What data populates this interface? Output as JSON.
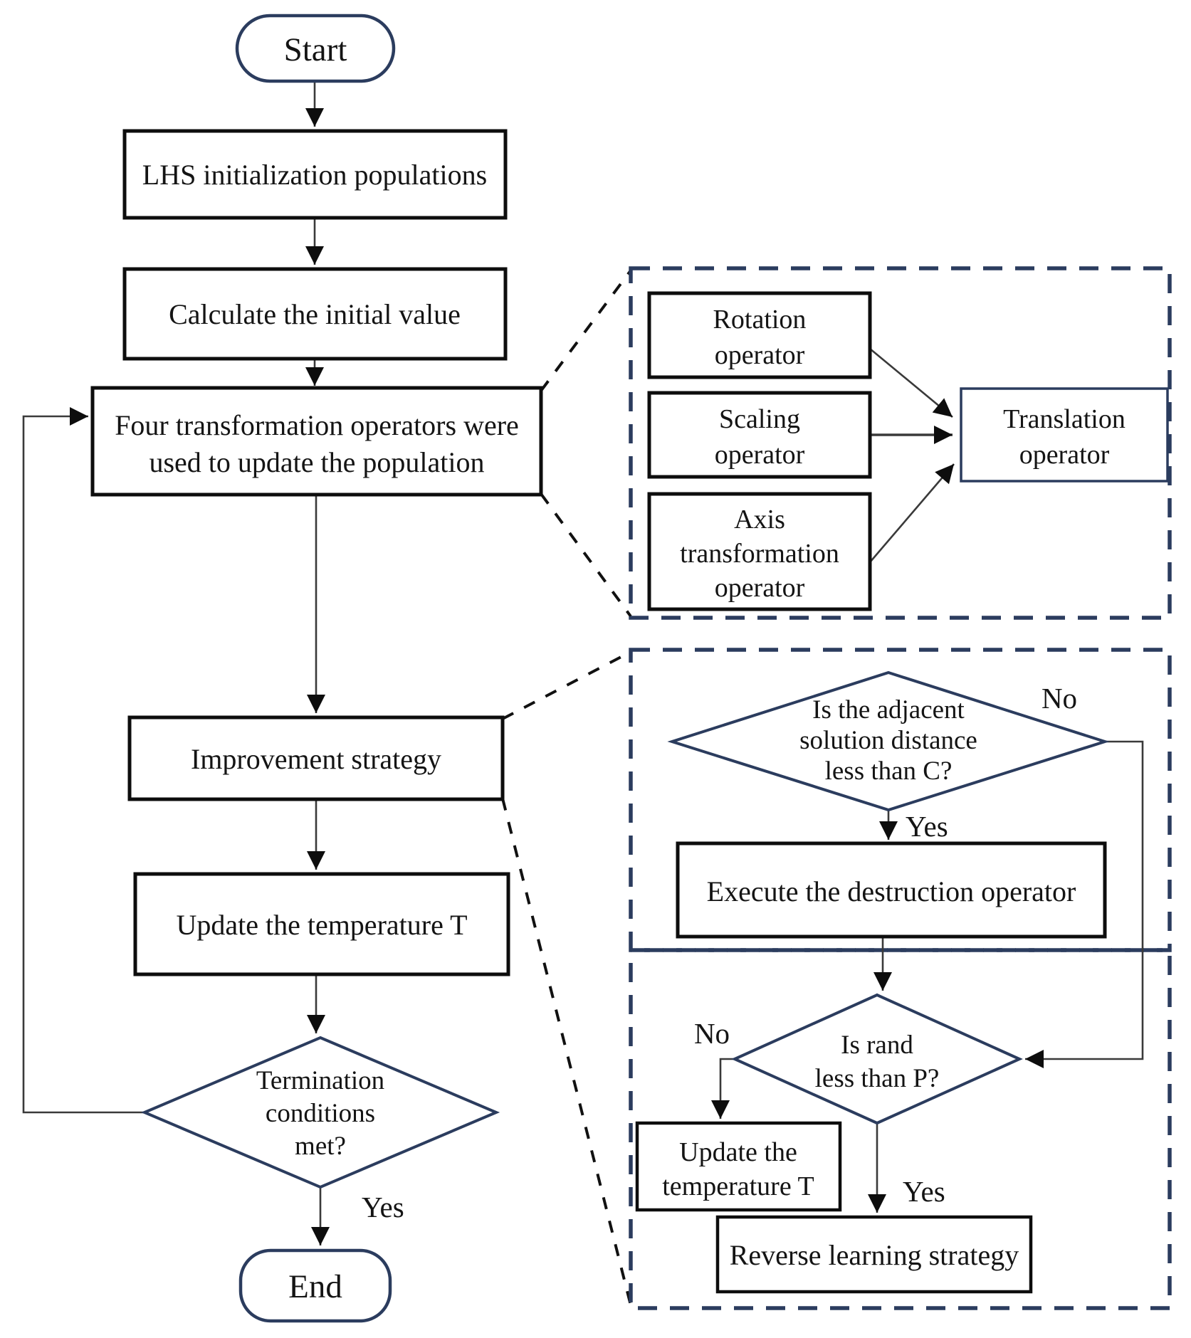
{
  "diagram": {
    "type": "flowchart",
    "colors": {
      "accent_navy": "#2b3c5e",
      "shape_border_black": "#0d0d0d",
      "text": "#141414",
      "background": "#ffffff"
    },
    "main_flow": {
      "start": {
        "label": "Start"
      },
      "lhs_init": {
        "label": "LHS initialization populations"
      },
      "calc_initial": {
        "label": "Calculate the initial value"
      },
      "four_ops": {
        "lines": [
          "Four transformation operators were",
          "used to update the population"
        ]
      },
      "improvement": {
        "label": "Improvement strategy"
      },
      "update_temperature": {
        "label": "Update the temperature T"
      },
      "termination": {
        "lines": [
          "Termination",
          "conditions",
          "met?"
        ]
      },
      "end": {
        "label": "End"
      }
    },
    "operators_detail": {
      "rotation": {
        "lines": [
          "Rotation",
          "operator"
        ]
      },
      "scaling": {
        "lines": [
          "Scaling",
          "operator"
        ]
      },
      "axis": {
        "lines": [
          "Axis",
          "transformation",
          "operator"
        ]
      },
      "translation": {
        "lines": [
          "Translation",
          "operator"
        ]
      }
    },
    "improvement_detail": {
      "adjacent_decision": {
        "lines": [
          "Is the adjacent",
          "solution distance",
          "less than C?"
        ]
      },
      "execute_destruction": {
        "label": "Execute the destruction operator"
      },
      "rand_decision": {
        "lines": [
          "Is rand",
          "less than P?"
        ]
      },
      "update_temperature_sub": {
        "lines": [
          "Update the",
          "temperature T"
        ]
      },
      "reverse_learning": {
        "label": "Reverse learning strategy"
      }
    },
    "edge_labels": {
      "termination_yes": "Yes",
      "adjacent_no": "No",
      "adjacent_yes": "Yes",
      "rand_no": "No",
      "rand_yes": "Yes"
    }
  }
}
